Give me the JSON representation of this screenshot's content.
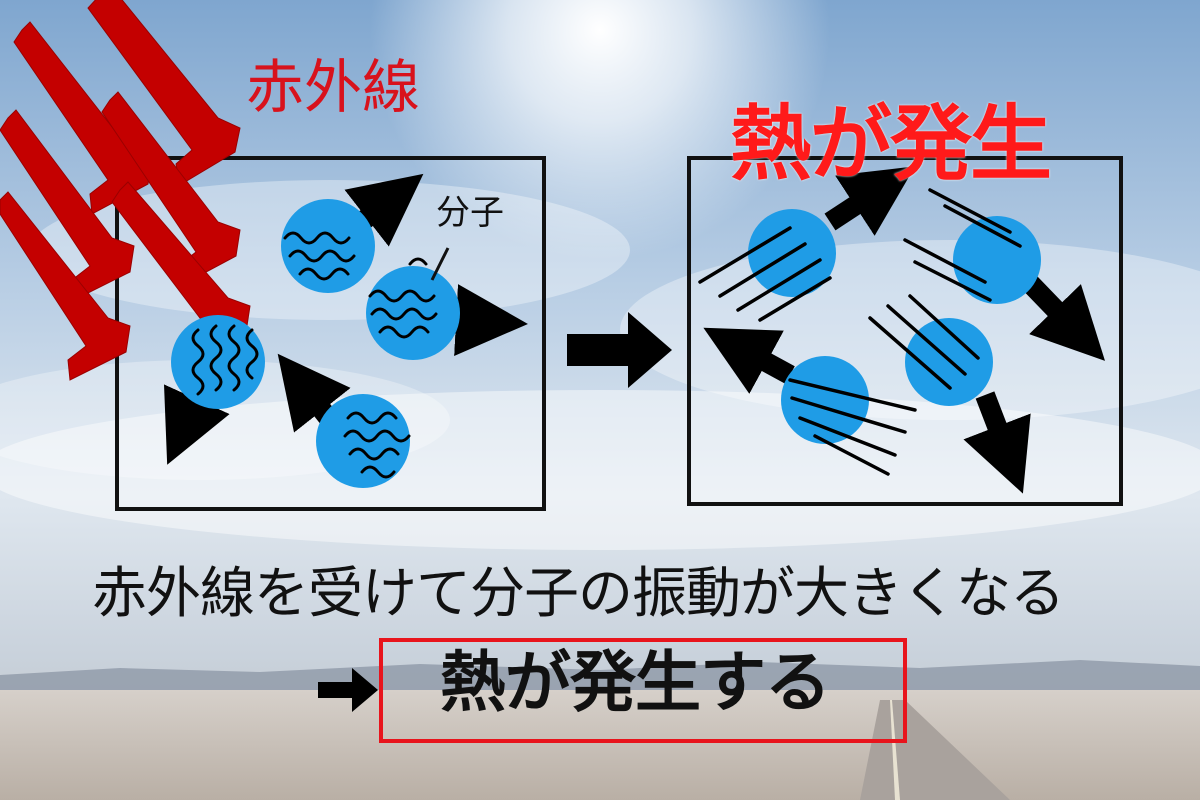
{
  "labels": {
    "infrared": "赤外線",
    "heat_generated": "熱が発生",
    "molecule": "分子",
    "caption": "赤外線を受けて分子の振動が大きくなる",
    "result": "熱が発生する"
  },
  "colors": {
    "infrared_red": "#cc0000",
    "title_red": "#ff1a1a",
    "molecule_blue": "#1f9ce6",
    "arrow_black": "#000000",
    "result_box_red": "#e8141c"
  },
  "icons": {
    "infrared_ray": "red-zigzag-arrow-icon",
    "molecule": "blue-circle-icon",
    "vibration": "wavy-lines-icon",
    "motion": "black-arrow-icon"
  }
}
